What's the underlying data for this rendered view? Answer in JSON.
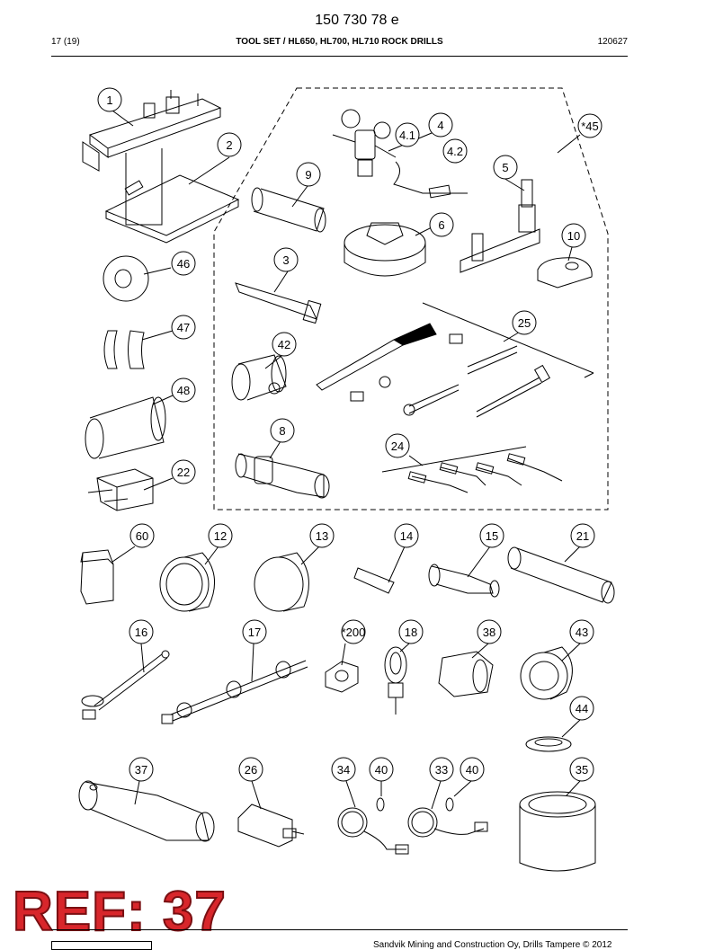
{
  "header": {
    "doc_number": "150 730 78 e",
    "page": "17 (19)",
    "title": "TOOL SET / HL650, HL700, HL710 ROCK DRILLS",
    "date_code": "120627"
  },
  "footer": {
    "text": "Sandvik Mining and Construction Oy, Drills Tampere © 2012"
  },
  "stamp": {
    "text": "REF: 37"
  },
  "callouts": [
    {
      "id": "c1",
      "label": "1"
    },
    {
      "id": "c2",
      "label": "2"
    },
    {
      "id": "c3",
      "label": "3"
    },
    {
      "id": "c4",
      "label": "4"
    },
    {
      "id": "c41",
      "label": "4.1"
    },
    {
      "id": "c42s",
      "label": "4.2"
    },
    {
      "id": "c5",
      "label": "5"
    },
    {
      "id": "c6",
      "label": "6"
    },
    {
      "id": "c8",
      "label": "8"
    },
    {
      "id": "c9",
      "label": "9"
    },
    {
      "id": "c10",
      "label": "10"
    },
    {
      "id": "c45",
      "label": "*45"
    },
    {
      "id": "c46",
      "label": "46"
    },
    {
      "id": "c47",
      "label": "47"
    },
    {
      "id": "c48",
      "label": "48"
    },
    {
      "id": "c22",
      "label": "22"
    },
    {
      "id": "c42",
      "label": "42"
    },
    {
      "id": "c25",
      "label": "25"
    },
    {
      "id": "c24",
      "label": "24"
    },
    {
      "id": "c60",
      "label": "60"
    },
    {
      "id": "c12",
      "label": "12"
    },
    {
      "id": "c13",
      "label": "13"
    },
    {
      "id": "c14",
      "label": "14"
    },
    {
      "id": "c15",
      "label": "15"
    },
    {
      "id": "c21",
      "label": "21"
    },
    {
      "id": "c16",
      "label": "16"
    },
    {
      "id": "c17",
      "label": "17"
    },
    {
      "id": "c200",
      "label": "*200"
    },
    {
      "id": "c18",
      "label": "18"
    },
    {
      "id": "c38",
      "label": "38"
    },
    {
      "id": "c43",
      "label": "43"
    },
    {
      "id": "c44",
      "label": "44"
    },
    {
      "id": "c37",
      "label": "37"
    },
    {
      "id": "c26",
      "label": "26"
    },
    {
      "id": "c34",
      "label": "34"
    },
    {
      "id": "c40a",
      "label": "40"
    },
    {
      "id": "c33",
      "label": "33"
    },
    {
      "id": "c40b",
      "label": "40"
    },
    {
      "id": "c35",
      "label": "35"
    }
  ],
  "colors": {
    "ink": "#000000",
    "stamp": "#d8262b"
  }
}
